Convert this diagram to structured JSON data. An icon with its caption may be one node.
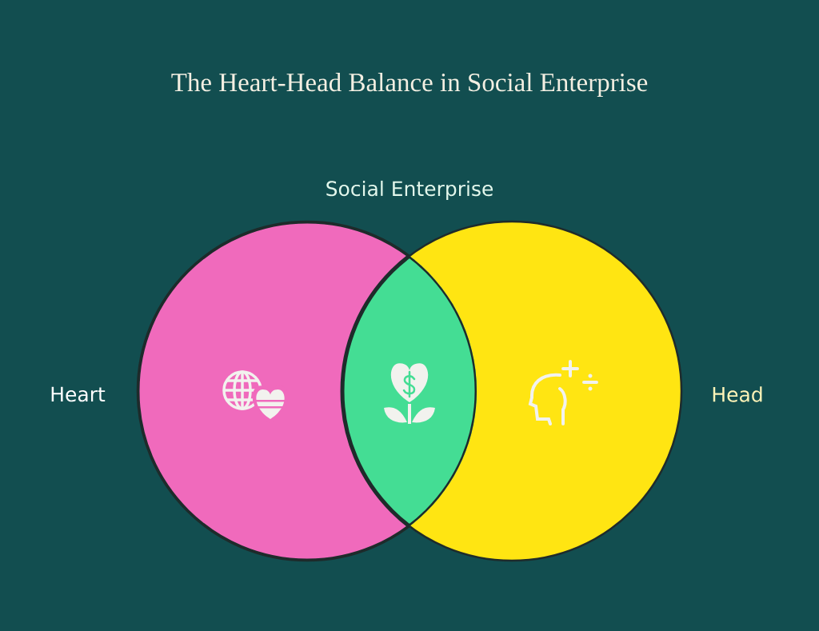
{
  "diagram": {
    "title": "The Heart-Head Balance in Social Enterprise",
    "nodes": [
      {
        "text": [
          "Heart"
        ]
      },
      {
        "text": [
          "Head"
        ]
      },
      {
        "text": [
          "Social Enterprise"
        ]
      }
    ]
  }
}
